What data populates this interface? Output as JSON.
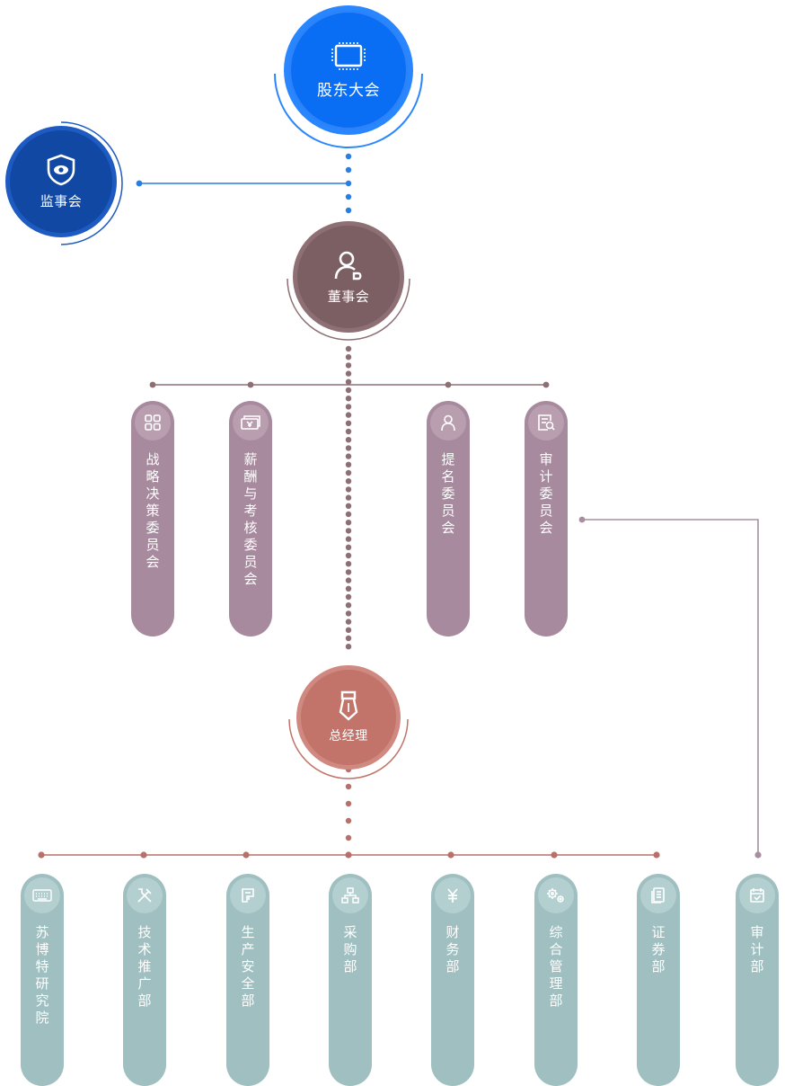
{
  "colors": {
    "blue": "#0a6ef5",
    "navy": "#1048a3",
    "board": "#7b5f63",
    "manager": "#c2746a",
    "committee": "#a78a9e",
    "department": "#9fbfc0",
    "board_line": "#8e6f73",
    "manager_line": "#b8716a",
    "blue_line": "#2a7de1",
    "audit_line": "#a88fa0"
  },
  "nodes": {
    "shareholders": {
      "label": "股东大会",
      "icon": "monitor-icon"
    },
    "supervisors": {
      "label": "监事会",
      "icon": "shield-eye-icon"
    },
    "board": {
      "label": "董事会",
      "icon": "person-icon"
    },
    "manager": {
      "label": "总经理",
      "icon": "tie-icon"
    }
  },
  "committees": [
    {
      "label": "战略决策委员会",
      "icon": "grid-icon"
    },
    {
      "label": "薪酬与考核委员会",
      "icon": "money-icon"
    },
    {
      "label": "提名委员会",
      "icon": "user-icon"
    },
    {
      "label": "审计委员会",
      "icon": "audit-search-icon"
    }
  ],
  "departments": [
    {
      "label": "苏博特研究院",
      "icon": "keyboard-icon"
    },
    {
      "label": "技术推广部",
      "icon": "tools-icon"
    },
    {
      "label": "生产安全部",
      "icon": "document-icon"
    },
    {
      "label": "采购部",
      "icon": "network-icon"
    },
    {
      "label": "财务部",
      "icon": "yuan-icon"
    },
    {
      "label": "综合管理部",
      "icon": "gears-icon"
    },
    {
      "label": "证券部",
      "icon": "notebook-icon"
    },
    {
      "label": "审计部",
      "icon": "calendar-check-icon"
    }
  ]
}
